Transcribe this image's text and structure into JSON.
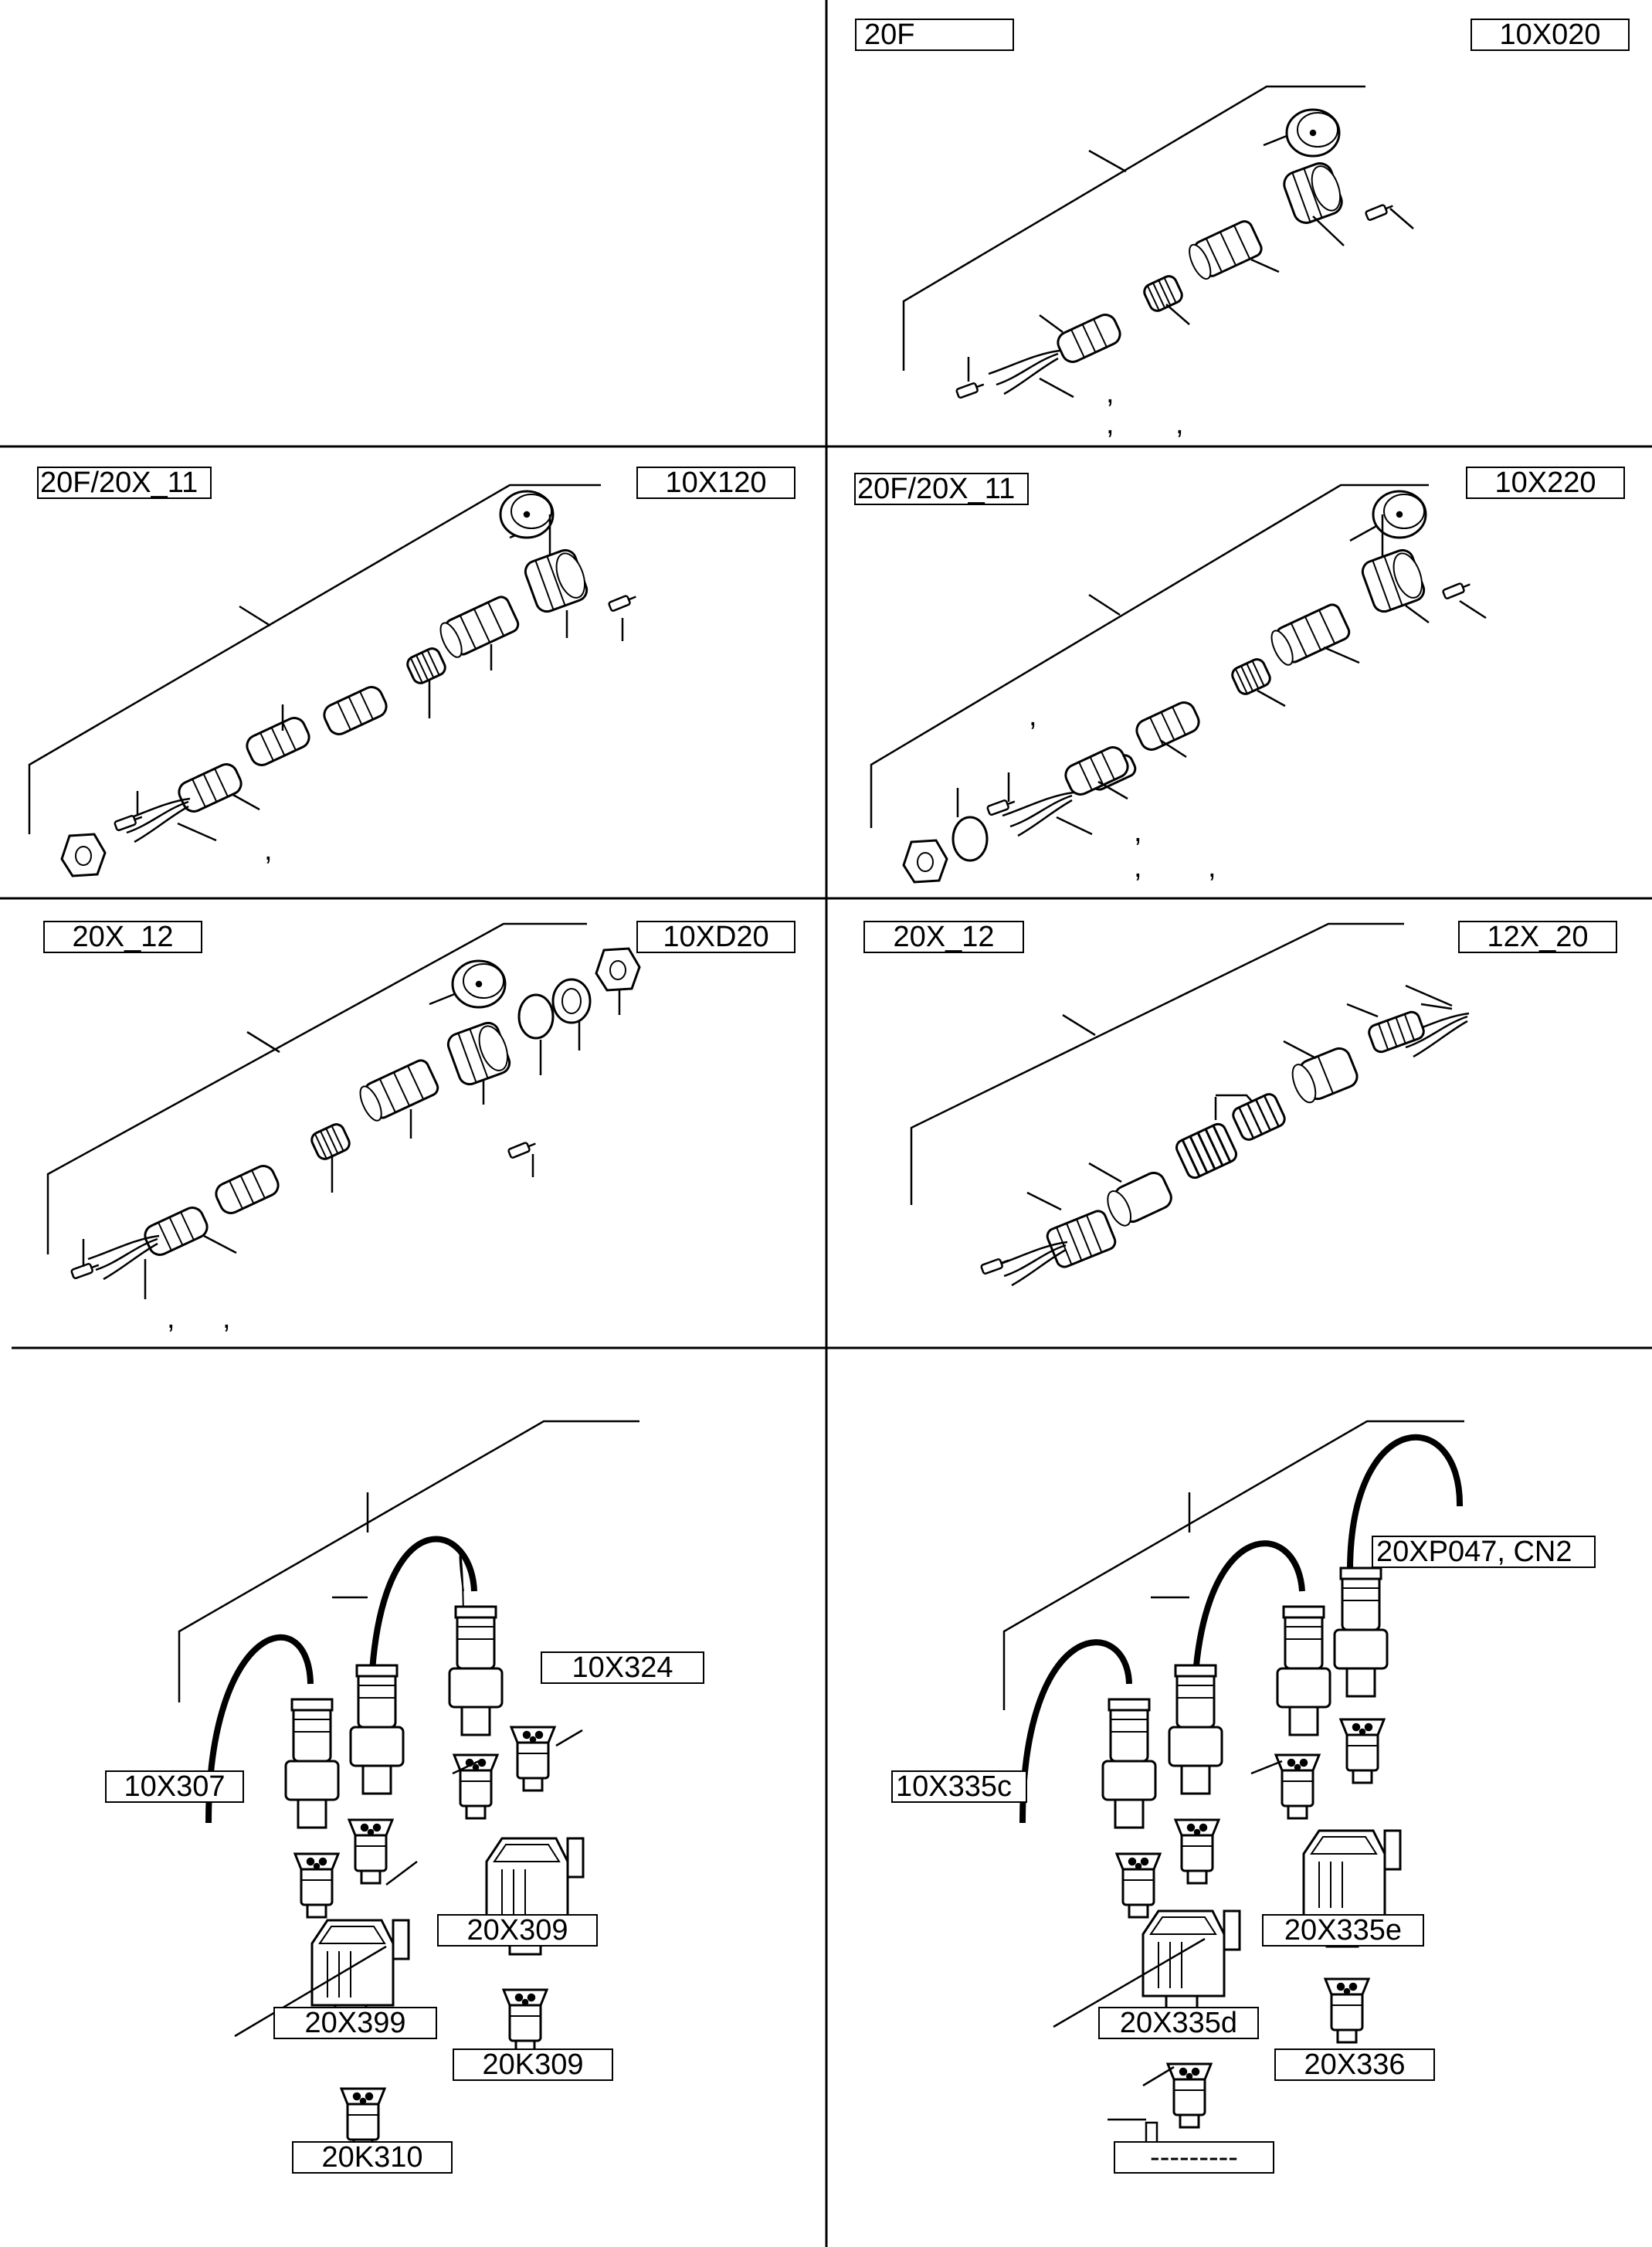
{
  "panels": {
    "p1": {
      "code": "20F",
      "ref": "10X020"
    },
    "p2": {
      "code": "20F/20X_11",
      "ref": "10X120"
    },
    "p3": {
      "code": "20F/20X_11",
      "ref": "10X220"
    },
    "p4": {
      "code": "20X_12",
      "ref": "10XD20"
    },
    "p5": {
      "code": "20X_12",
      "ref": "12X_20"
    },
    "p6": {
      "items": [
        "10X324",
        "10X307",
        "20X309",
        "20X399",
        "20K309",
        "20K310"
      ]
    },
    "p7": {
      "items": [
        "20XP047, CN2",
        "10X335c",
        "20X335e",
        "20X335d",
        "20X336",
        "---------"
      ]
    }
  },
  "comma": ","
}
